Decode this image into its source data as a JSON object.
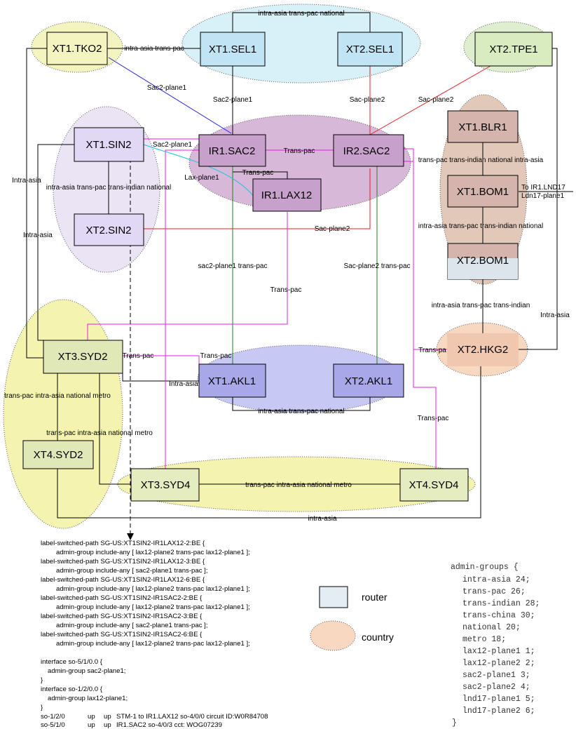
{
  "regions": [
    {
      "id": "korea",
      "fill": "#d8f0f8"
    },
    {
      "id": "tko",
      "fill": "#f4f4c0"
    },
    {
      "id": "tpe",
      "fill": "#e0eed0"
    },
    {
      "id": "sin",
      "fill": "#ebe4f4"
    },
    {
      "id": "sac-us",
      "fill": "#d7b8d8"
    },
    {
      "id": "india",
      "fill": "#e2c8b8"
    },
    {
      "id": "hk",
      "fill": "#f8d8c0"
    },
    {
      "id": "nz",
      "fill": "#c8c8f4"
    },
    {
      "id": "au",
      "fill": "#f4f4b0"
    }
  ],
  "nodes": [
    {
      "id": "xt1-tko2",
      "label": "XT1.TKO2"
    },
    {
      "id": "xt1-sel1",
      "label": "XT1.SEL1"
    },
    {
      "id": "xt2-sel1",
      "label": "XT2.SEL1"
    },
    {
      "id": "xt2-tpe1",
      "label": "XT2.TPE1"
    },
    {
      "id": "xt1-sin2",
      "label": "XT1.SIN2"
    },
    {
      "id": "ir1-sac2",
      "label": "IR1.SAC2"
    },
    {
      "id": "ir2-sac2",
      "label": "IR2.SAC2"
    },
    {
      "id": "ir1-lax12",
      "label": "IR1.LAX12"
    },
    {
      "id": "xt1-blr1",
      "label": "XT1.BLR1"
    },
    {
      "id": "xt1-bom1",
      "label": "XT1.BOM1"
    },
    {
      "id": "xt2-bom1",
      "label": "XT2.BOM1"
    },
    {
      "id": "xt2-sin2",
      "label": "XT2.SIN2"
    },
    {
      "id": "xt3-syd2",
      "label": "XT3.SYD2"
    },
    {
      "id": "xt2-hkg2",
      "label": "XT2.HKG2"
    },
    {
      "id": "xt1-akl1",
      "label": "XT1.AKL1"
    },
    {
      "id": "xt2-akl1",
      "label": "XT2.AKL1"
    },
    {
      "id": "xt4-syd2",
      "label": "XT4.SYD2"
    },
    {
      "id": "xt3-syd4",
      "label": "XT3.SYD4"
    },
    {
      "id": "xt4-syd4",
      "label": "XT4.SYD4"
    }
  ],
  "edge_labels": [
    {
      "id": "sel-sel",
      "text": "intra-asia trans-pac national"
    },
    {
      "id": "tko-sel",
      "text": "intra-asia trans-pac"
    },
    {
      "id": "tko-sac-plane",
      "text": "Sac2-plane1"
    },
    {
      "id": "sel1-sac",
      "text": "Sac2-plane1"
    },
    {
      "id": "sel2-sac",
      "text": "Sac-plane2"
    },
    {
      "id": "tpe-sac",
      "text": "Sac-plane2"
    },
    {
      "id": "sin-sac",
      "text": "Sac2-plane1"
    },
    {
      "id": "sac-sac",
      "text": "Trans-pac"
    },
    {
      "id": "sac-lax",
      "text": "Trans-pac"
    },
    {
      "id": "sin-lax",
      "text": "Lax-plane1"
    },
    {
      "id": "sin-sin",
      "text": "intra-asia trans-pac trans-indian national"
    },
    {
      "id": "blr-bom",
      "text": "trans-pac trans-indian national intra-asia"
    },
    {
      "id": "bom-lnd-1",
      "text": "To IR1.LND17"
    },
    {
      "id": "bom-lnd-2",
      "text": "Ldn17-plane1"
    },
    {
      "id": "bom-bom",
      "text": "intra-asia trans-pac trans-indian national"
    },
    {
      "id": "tko-syd-1",
      "text": "Intra-asia"
    },
    {
      "id": "tko-syd-2",
      "text": "Intra-asia"
    },
    {
      "id": "sin2-sac2",
      "text": "Sac-plane2"
    },
    {
      "id": "sac-akl-1",
      "text": "sac2-plane1 trans-pac"
    },
    {
      "id": "sac-akl-2",
      "text": "Sac-plane2 trans-pac"
    },
    {
      "id": "bom-hkg",
      "text": "intra-asia trans-pac trans-indian"
    },
    {
      "id": "tpe-hkg",
      "text": "Intra-asia"
    },
    {
      "id": "lax-syd",
      "text": "Trans-pac"
    },
    {
      "id": "syd-sac",
      "text": "Trans-pac"
    },
    {
      "id": "akl-sac",
      "text": "Trans-pac"
    },
    {
      "id": "sac-hkg",
      "text": "Trans-pa"
    },
    {
      "id": "syd-akl",
      "text": "Intra-asia"
    },
    {
      "id": "akl-akl",
      "text": "intra-asia trans-pac national"
    },
    {
      "id": "syd2-syd2",
      "text": "trans-pac intra-asia national metro"
    },
    {
      "id": "syd2-syd4",
      "text": "trans-pac intra-asia national metro"
    },
    {
      "id": "sac-syd4",
      "text": "Trans-pac"
    },
    {
      "id": "syd4-syd4",
      "text": "trans-pac intra-asia national metro"
    },
    {
      "id": "syd-hkg",
      "text": "intra-asia"
    }
  ],
  "config_lines": [
    {
      "text": "label-switched-path SG-US:XT1SIN2-IR1LAX12-2:BE {",
      "indent": 0
    },
    {
      "text": "admin-group include-any [ lax12-plane2 trans-pac lax12-plane1 ];",
      "indent": 1
    },
    {
      "text": "label-switched-path SG-US:XT1SIN2-IR1LAX12-3:BE {",
      "indent": 0
    },
    {
      "text": "admin-group include-any [ sac2-plane1 trans-pac ];",
      "indent": 1
    },
    {
      "text": "label-switched-path SG-US:XT1SIN2-IR1LAX12-6:BE {",
      "indent": 0
    },
    {
      "text": "admin-group include-any [ lax12-plane2 trans-pac lax12-plane1 ];",
      "indent": 1
    },
    {
      "text": "label-switched-path SG-US:XT1SIN2-IR1SAC2-2:BE {",
      "indent": 0
    },
    {
      "text": "admin-group include-any [ lax12-plane2 trans-pac lax12-plane1 ];",
      "indent": 1
    },
    {
      "text": "label-switched-path SG-US:XT1SIN2-IR1SAC2-3:BE {",
      "indent": 0
    },
    {
      "text": "admin-group include-any [ sac2-plane1 trans-pac ];",
      "indent": 1
    },
    {
      "text": "label-switched-path SG-US:XT1SIN2-IR1SAC2-6:BE {",
      "indent": 0
    },
    {
      "text": "admin-group include-any [ lax12-plane2 trans-pac lax12-plane1 ];",
      "indent": 1
    },
    {
      "text": "",
      "indent": 0
    },
    {
      "text": "interface so-5/1/0.0 {",
      "indent": 0
    },
    {
      "text": "admin-group sac2-plane1;",
      "indent": 2
    },
    {
      "text": "}",
      "indent": 0
    },
    {
      "text": "interface so-1/2/0.0 {",
      "indent": 0
    },
    {
      "text": "admin-group lax12-plane1;",
      "indent": 2
    },
    {
      "text": "}",
      "indent": 0
    }
  ],
  "status_lines": [
    {
      "port": "so-1/2/0",
      "admin": "up",
      "link": "up",
      "desc": "STM-1 to IR1.LAX12 so-4/0/0 circuit ID:W0R84708"
    },
    {
      "port": "so-5/1/0",
      "admin": "up",
      "link": "up",
      "desc": "IR1.SAC2 so-4/0/3 cct: WOG07239"
    }
  ],
  "admin_groups": {
    "header": "admin-groups {",
    "entries": [
      "intra-asia 24;",
      "trans-pac 26;",
      "trans-indian 28;",
      "trans-china 30;",
      "national 20;",
      "metro 18;",
      "lax12-plane1 1;",
      "lax12-plane2 2;",
      "sac2-plane1 3;",
      "sac2-plane2 4;",
      "lnd17-plane1 5;",
      "lnd17-plane2 6;"
    ],
    "footer": "}"
  },
  "legend": {
    "router_label": "router",
    "country_label": "country",
    "router_color": "#e4ecf4",
    "country_color": "#f8d8c0"
  },
  "colors": {
    "black_link": "#000000",
    "blue_link": "#2020e0",
    "red_link": "#e02020",
    "magenta_link": "#e020e0",
    "green_link": "#208020",
    "cyan_link": "#20c0e0"
  }
}
